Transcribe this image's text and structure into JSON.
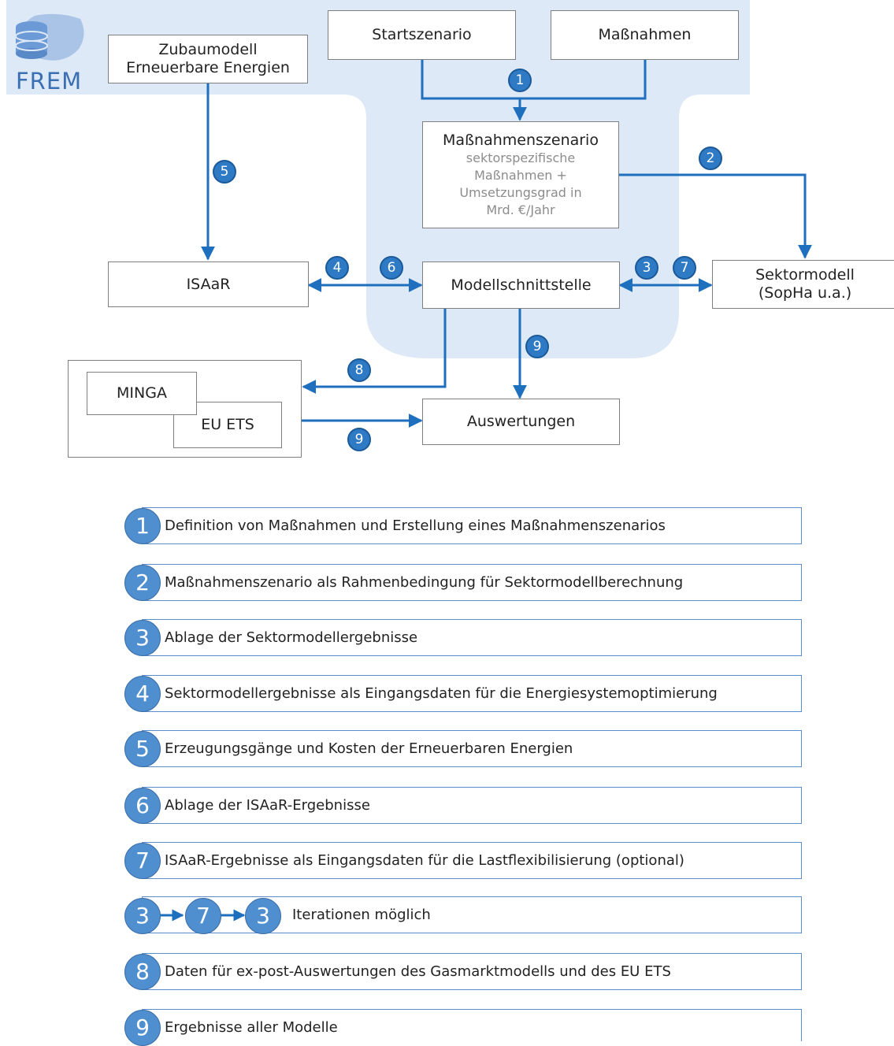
{
  "logo": {
    "text": "FREM"
  },
  "diagram": {
    "startszenario": "Startszenario",
    "massnahmen": "Maßnahmen",
    "zubaumodell_line1": "Zubaumodell",
    "zubaumodell_line2": "Erneuerbare Energien",
    "massnahmenszenario_title": "Maßnahmenszenario",
    "massnahmenszenario_sub1": "sektorspezifische",
    "massnahmenszenario_sub2": "Maßnahmen +",
    "massnahmenszenario_sub3": "Umsetzungsgrad in",
    "massnahmenszenario_sub4": "Mrd. €/Jahr",
    "isaar": "ISAaR",
    "modellschnittstelle": "Modellschnittstelle",
    "sektormodell_line1": "Sektormodell",
    "sektormodell_line2": "(SopHa u.a.)",
    "minga": "MINGA",
    "eu_ets": "EU ETS",
    "auswertungen": "Auswertungen",
    "badges": [
      "1",
      "2",
      "3",
      "4",
      "5",
      "6",
      "7",
      "8",
      "9",
      "9"
    ]
  },
  "legend": [
    {
      "num": "1",
      "text": "Definition von Maßnahmen und Erstellung eines Maßnahmenszenarios"
    },
    {
      "num": "2",
      "text": "Maßnahmenszenario als Rahmenbedingung für Sektormodellberechnung"
    },
    {
      "num": "3",
      "text": "Ablage der Sektormodellergebnisse"
    },
    {
      "num": "4",
      "text": "Sektormodellergebnisse als Eingangsdaten für die Energiesystemoptimierung"
    },
    {
      "num": "5",
      "text": "Erzeugungsgänge und Kosten der Erneuerbaren Energien"
    },
    {
      "num": "6",
      "text": "Ablage der ISAaR-Ergebnisse"
    },
    {
      "num": "7",
      "text": "ISAaR-Ergebnisse als Eingangsdaten für die Lastflexibilisierung (optional)"
    },
    {
      "nums": [
        "3",
        "7",
        "3"
      ],
      "text": "Iterationen möglich"
    },
    {
      "num": "8",
      "text": "Daten für ex-post-Auswertungen des Gasmarktmodells und des EU ETS"
    },
    {
      "num": "9",
      "text": "Ergebnisse aller Modelle"
    }
  ]
}
